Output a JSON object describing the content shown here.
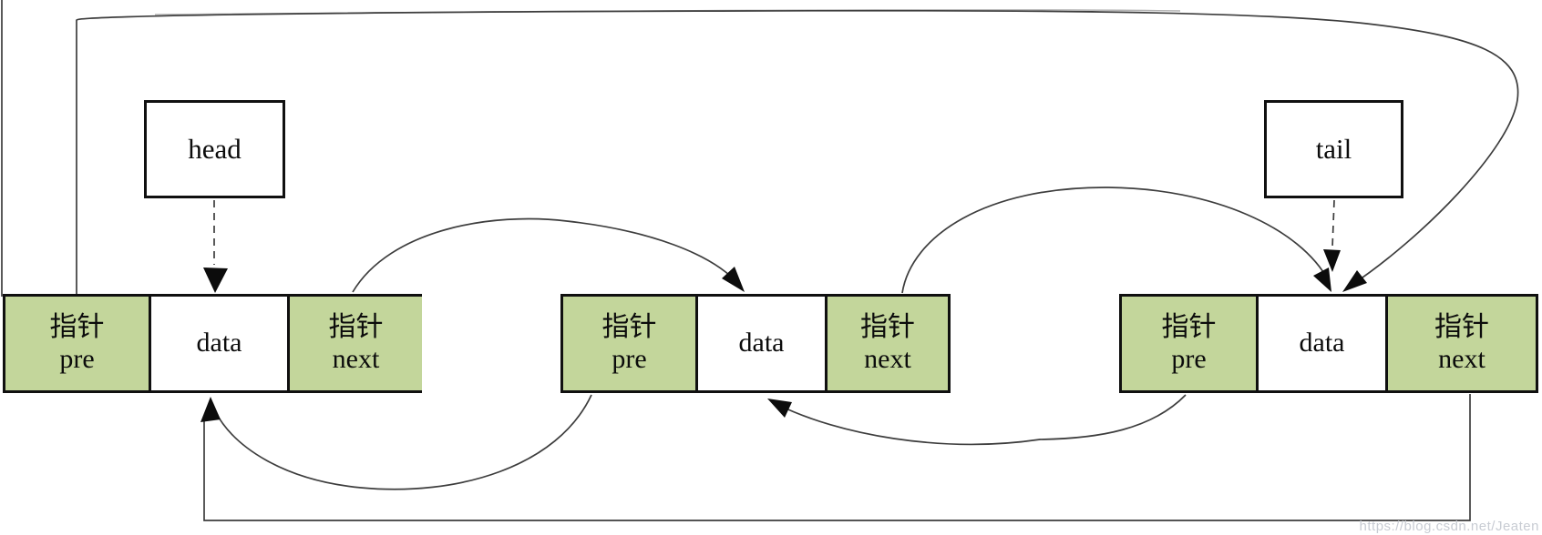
{
  "diagram": {
    "type": "doubly-circular-linked-list",
    "head_label": "head",
    "tail_label": "tail",
    "nodes": [
      {
        "pre_top": "指针",
        "pre_bottom": "pre",
        "data": "data",
        "next_top": "指针",
        "next_bottom": "next"
      },
      {
        "pre_top": "指针",
        "pre_bottom": "pre",
        "data": "data",
        "next_top": "指针",
        "next_bottom": "next"
      },
      {
        "pre_top": "指针",
        "pre_bottom": "pre",
        "data": "data",
        "next_top": "指针",
        "next_bottom": "next"
      }
    ],
    "edges": [
      {
        "name": "head-to-node1-data",
        "style": "dashed"
      },
      {
        "name": "tail-to-node3-data",
        "style": "dashed"
      },
      {
        "name": "node1-next-to-node2",
        "style": "solid"
      },
      {
        "name": "node2-next-to-node3",
        "style": "solid"
      },
      {
        "name": "node2-pre-to-node1",
        "style": "solid"
      },
      {
        "name": "node3-pre-to-node2",
        "style": "solid"
      },
      {
        "name": "node1-pre-wraparound-to-node3",
        "style": "solid"
      },
      {
        "name": "node3-next-wraparound-to-node1",
        "style": "solid"
      }
    ],
    "colors": {
      "pointer_cell_fill": "#c3d69b",
      "data_cell_fill": "#ffffff",
      "border": "#101010",
      "connector": "#3d3d3d",
      "watermark": "#c8ccd3"
    },
    "watermark": "https://blog.csdn.net/Jeaten"
  }
}
